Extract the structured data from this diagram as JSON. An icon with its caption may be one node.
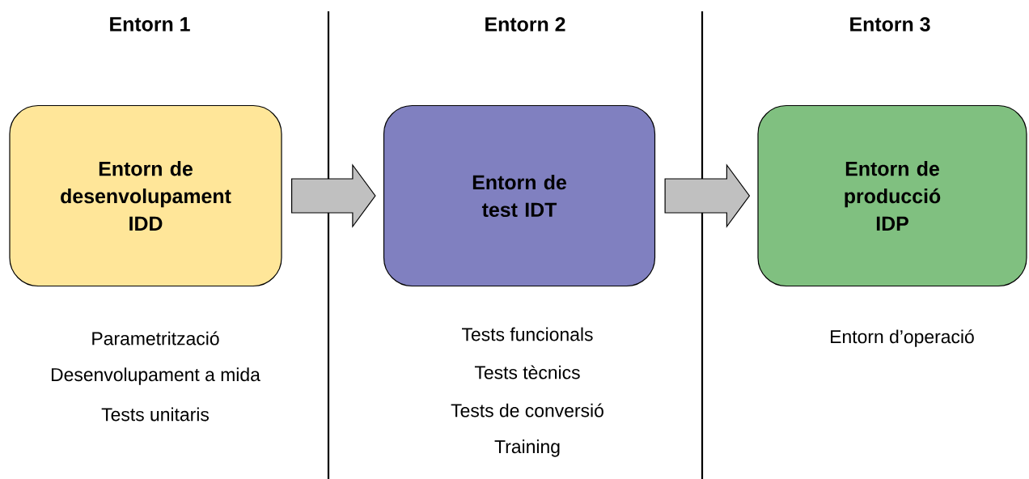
{
  "diagram": {
    "nodes": [
      {
        "text": [
          "Entorn de desenvolupament IDD"
        ],
        "beside": [
          "Parametrització",
          "Desenvolupament a mida",
          "Tests unitaris"
        ]
      },
      {
        "text": [
          "Entorn de test IDT"
        ],
        "beside": [
          "Tests funcionals",
          "Tests tècnics",
          "Tests de conversió",
          "Training"
        ]
      },
      {
        "text": [
          "Entorn de producció IDP"
        ],
        "beside": [
          "Entorn d’operació"
        ]
      }
    ],
    "edges": [
      {
        "from": 0,
        "to": 1,
        "arrow": "to"
      },
      {
        "from": 1,
        "to": 2,
        "arrow": "to"
      }
    ],
    "labels": [
      "Entorn 1",
      "Entorn 2",
      "Entorn 3"
    ]
  }
}
